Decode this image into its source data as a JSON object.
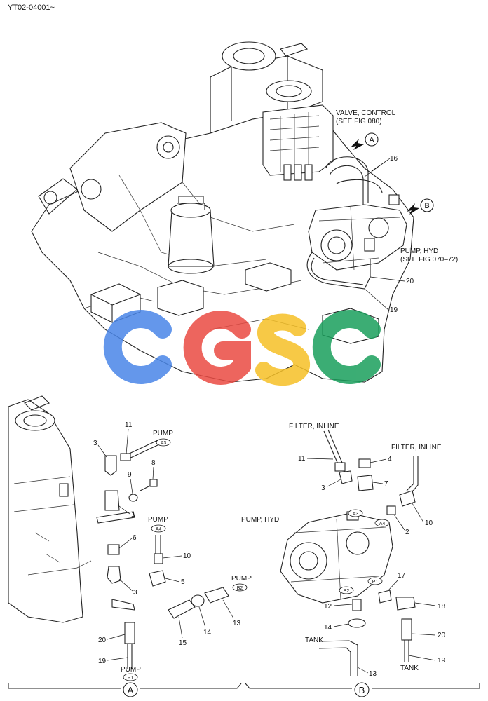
{
  "header": {
    "figure_code": "YT02-04001~"
  },
  "top_view": {
    "callouts": {
      "valve_control": "VALVE, CONTROL",
      "valve_see": "(SEE FIG 080)",
      "pump_hyd": "PUMP, HYD",
      "pump_see": "(SEE FIG 070–72)",
      "n16": "16",
      "n20": "20",
      "n19": "19"
    },
    "view_markers": {
      "a": "A",
      "b": "B"
    }
  },
  "watermark": {
    "letters": [
      "C",
      "G",
      "S",
      "C"
    ],
    "colors": [
      "#4a86e8",
      "#ea4b43",
      "#f6c026",
      "#1a9f5c"
    ]
  },
  "detail_a": {
    "section_label": "A",
    "parts": [
      "11",
      "3",
      "8",
      "9",
      "1",
      "6",
      "3",
      "5",
      "10",
      "15",
      "14",
      "13",
      "20",
      "19"
    ],
    "labels": {
      "pump_1": "PUMP",
      "pump_2": "PUMP",
      "pump_3": "PUMP",
      "pump_4": "PUMP"
    },
    "tags": {
      "a3": "A3",
      "a4": "A4",
      "b2": "B2",
      "p1": "P1"
    }
  },
  "detail_b": {
    "section_label": "B",
    "parts": [
      "11",
      "4",
      "3",
      "7",
      "10",
      "2",
      "17",
      "12",
      "18",
      "14",
      "20",
      "19",
      "13"
    ],
    "labels": {
      "filter_1": "FILTER, INLINE",
      "filter_2": "FILTER, INLINE",
      "pump_hyd": "PUMP, HYD",
      "tank_1": "TANK",
      "tank_2": "TANK"
    },
    "tags": {
      "a3": "A3",
      "a4": "A4",
      "p1": "P1",
      "b2": "B2"
    }
  }
}
